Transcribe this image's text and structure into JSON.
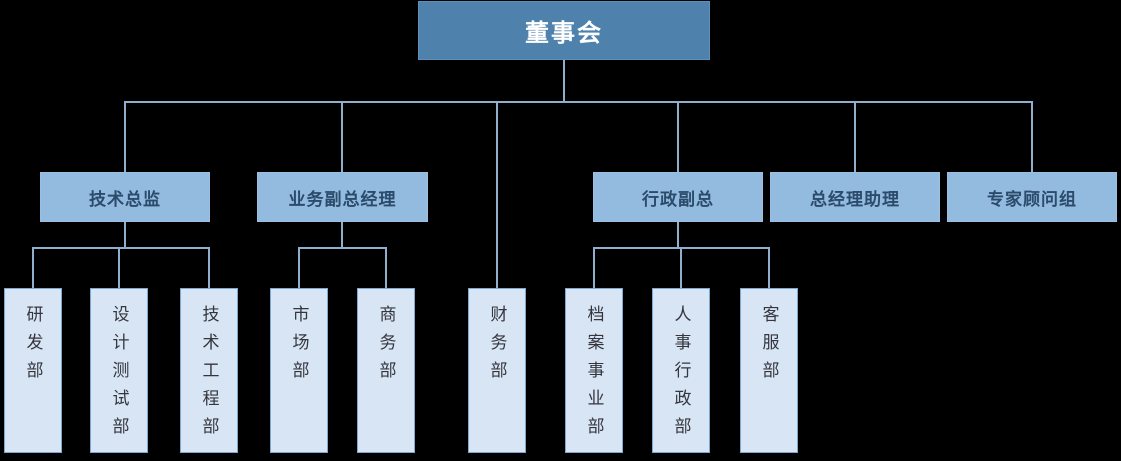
{
  "colors": {
    "background": "#000000",
    "root_fill": "#4E82AC",
    "root_text": "#FFFFFF",
    "manager_fill": "#93BADF",
    "manager_text": "#2B4B6B",
    "dept_fill": "#D7E5F4",
    "dept_border": "#7FA8D0",
    "dept_text": "#35353D",
    "connector": "#8FAFCC"
  },
  "org": {
    "root": {
      "label": "董事会"
    },
    "managers": [
      {
        "label": "技术总监",
        "children": [
          "研发部",
          "设计测试部",
          "技术工程部"
        ]
      },
      {
        "label": "业务副总经理",
        "children": [
          "市场部",
          "商务部"
        ]
      },
      {
        "label": "行政副总",
        "children": [
          "档案事业部",
          "人事行政部",
          "客服部"
        ]
      },
      {
        "label": "总经理助理",
        "children": []
      },
      {
        "label": "专家顾问组",
        "children": []
      }
    ],
    "departments": [
      {
        "label": "研发部",
        "parent": "技术总监"
      },
      {
        "label": "设计测试部",
        "parent": "技术总监"
      },
      {
        "label": "技术工程部",
        "parent": "技术总监"
      },
      {
        "label": "市场部",
        "parent": "业务副总经理"
      },
      {
        "label": "商务部",
        "parent": "业务副总经理"
      },
      {
        "label": "财务部",
        "parent": "董事会"
      },
      {
        "label": "档案事业部",
        "parent": "行政副总"
      },
      {
        "label": "人事行政部",
        "parent": "行政副总"
      },
      {
        "label": "客服部",
        "parent": "行政副总"
      }
    ]
  }
}
